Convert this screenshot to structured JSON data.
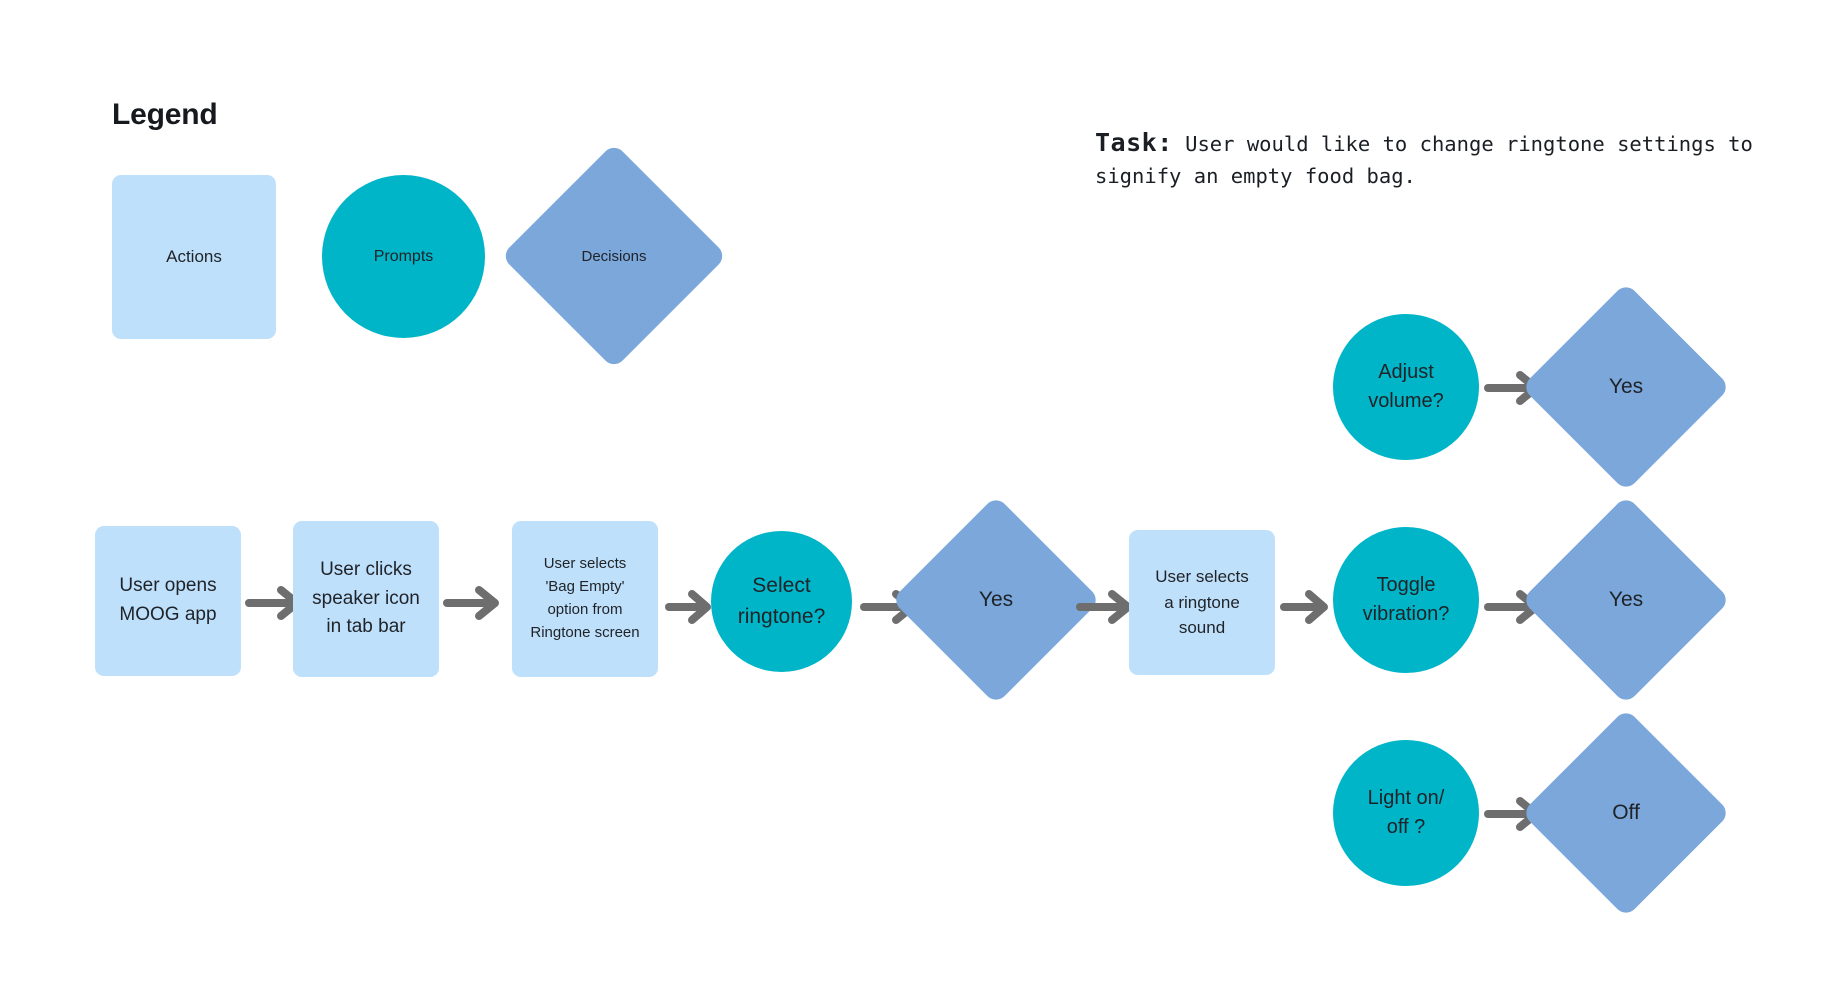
{
  "legend": {
    "title": "Legend",
    "items": [
      {
        "shape": "action",
        "label": "Actions"
      },
      {
        "shape": "prompt",
        "label": "Prompts"
      },
      {
        "shape": "decision",
        "label": "Decisions"
      }
    ]
  },
  "task": {
    "label": "Task:",
    "text": "User would like to change ringtone settings to signify an empty food bag."
  },
  "colors": {
    "action_fill": "#BFE0FB",
    "prompt_fill": "#00B5C8",
    "decision_fill": "#7BA7DB",
    "arrow": "#6E6E6E",
    "text": "#1F2328",
    "background": "#FFFFFF"
  },
  "flow": {
    "main_row": [
      {
        "type": "action",
        "label": "User opens\nMOOG app"
      },
      {
        "type": "arrow",
        "label": "arrow-right"
      },
      {
        "type": "action",
        "label": "User clicks\nspeaker icon\nin tab bar"
      },
      {
        "type": "arrow",
        "label": "arrow-right"
      },
      {
        "type": "action",
        "label": "User selects\n'Bag Empty'\noption from\nRingtone screen"
      },
      {
        "type": "arrow",
        "label": "arrow-right"
      },
      {
        "type": "prompt",
        "label": "Select\nringtone?"
      },
      {
        "type": "arrow",
        "label": "arrow-right"
      },
      {
        "type": "decision",
        "label": "Yes"
      },
      {
        "type": "arrow",
        "label": "arrow-right"
      },
      {
        "type": "action",
        "label": "User selects\na ringtone\nsound"
      },
      {
        "type": "arrow",
        "label": "arrow-right"
      },
      {
        "type": "prompt",
        "label": "Toggle\nvibration?"
      },
      {
        "type": "arrow",
        "label": "arrow-right"
      },
      {
        "type": "decision",
        "label": "Yes"
      }
    ],
    "top_branch": [
      {
        "type": "prompt",
        "label": "Adjust\nvolume?"
      },
      {
        "type": "arrow",
        "label": "arrow-right"
      },
      {
        "type": "decision",
        "label": "Yes"
      }
    ],
    "bottom_branch": [
      {
        "type": "prompt",
        "label": "Light on/\noff ?"
      },
      {
        "type": "arrow",
        "label": "arrow-right"
      },
      {
        "type": "decision",
        "label": "Off"
      }
    ]
  }
}
